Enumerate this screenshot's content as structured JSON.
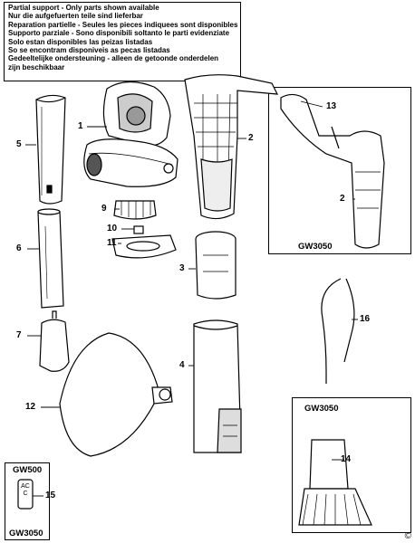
{
  "notice": {
    "lines": [
      "Partial support - Only parts shown available",
      "Nur die aufgefuerten teile sind lieferbar",
      "Reparation partielle - Seules les pieces indiquees sont disponibles",
      "Supporto parziale - Sono disponibili soltanto le parti evidenziate",
      "Solo estan disponibles las peizas listadas",
      "So se encontram disponiveis as pecas listadas",
      "Gedeeltelijke ondersteuning - alleen de getoonde onderdelen",
      "zijn beschikbaar"
    ]
  },
  "labels": {
    "p1": "1",
    "p2": "2",
    "p2b": "2",
    "p3": "3",
    "p4": "4",
    "p5": "5",
    "p6": "6",
    "p7": "7",
    "p9": "9",
    "p10": "10",
    "p11": "11",
    "p12": "12",
    "p13": "13",
    "p14": "14",
    "p15": "15",
    "p16": "16"
  },
  "models": {
    "gw3050_a": "GW3050",
    "gw3050_b": "GW3050",
    "gw500": "GW500",
    "gw3050_c": "GW3050"
  },
  "switch_text": "ACC",
  "copyright": "©"
}
